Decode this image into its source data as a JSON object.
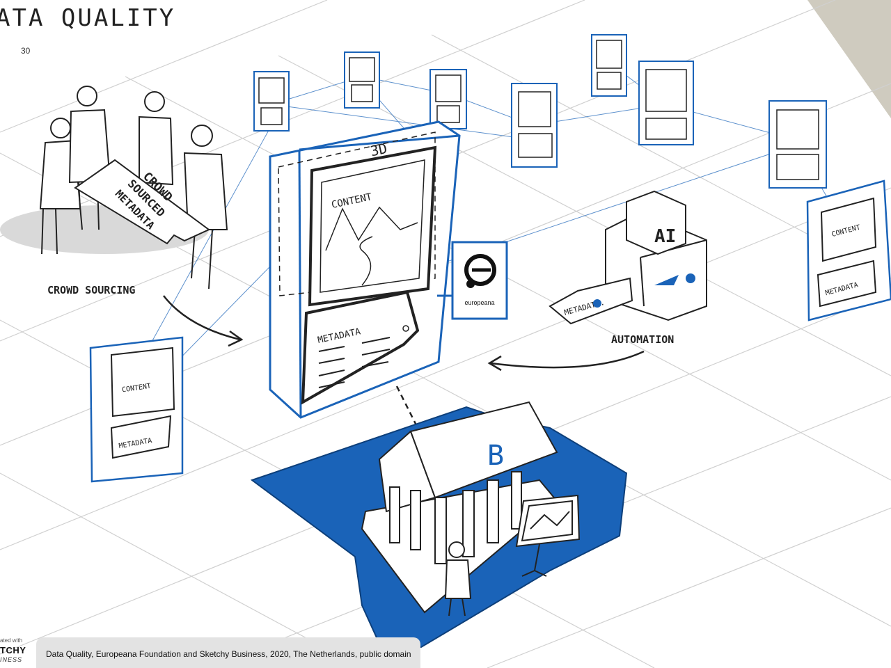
{
  "page": {
    "title": "ATA QUALITY",
    "page_number": "30"
  },
  "labels": {
    "crowd_sourcing": "CROWD SOURCING",
    "automation": "AUTOMATION",
    "banner_line1": "CROWD",
    "banner_line2": "SOURCED",
    "banner_line3": "METADATA",
    "content": "CONTENT",
    "metadata": "METADATA",
    "three_d": "3D",
    "ai": "AI",
    "robot_metadata": "METADATA.",
    "building_letter": "B",
    "europeana": "europeana"
  },
  "footer": {
    "credit": "Data Quality,  Europeana Foundation and Sketchy Business, 2020, The Netherlands, public domain",
    "badge_small": "ated with",
    "badge_big": "TCHY",
    "badge_sub": "INESS"
  },
  "colors": {
    "accent": "#1a63b8",
    "ink": "#222222",
    "grid": "#d0d0d0",
    "corner": "#cfcbbf"
  },
  "icons": [
    "people-icon",
    "ai-robot-icon",
    "gear-icon",
    "building-icon",
    "europeana-logo-icon",
    "person-icon",
    "easel-icon"
  ]
}
